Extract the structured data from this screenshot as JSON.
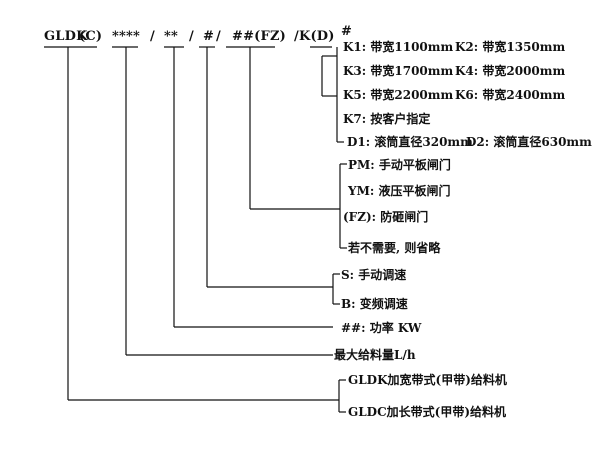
{
  "model_code": {
    "gldk": "GLDK",
    "c_group": "(C)",
    "capacity": "****",
    "slash1": "/",
    "power": "**",
    "slash2": "/",
    "speed": "#",
    "slash3": "/",
    "gate": "##(FZ)",
    "width_group": "/K(D)",
    "drum": "#"
  },
  "width_options": {
    "row1_a": "K1: 带宽1100mm",
    "row1_b": "K2: 带宽1350mm",
    "row2_a": "K3: 带宽1700mm",
    "row2_b": "K4: 带宽2000mm",
    "row3_a": "K5: 带宽2200mm",
    "row3_b": "K6: 带宽2400mm",
    "row4": "K7: 按客户指定",
    "row5_a": "D1: 滚筒直径320mm",
    "row5_b": "D2: 滚筒直径630mm"
  },
  "gate_options": {
    "pm": "PM: 手动平板闸门",
    "ym": "YM: 液压平板闸门",
    "fz": "(FZ): 防砸闸门",
    "none": "若不需要, 则省略"
  },
  "speed_options": {
    "s": "S: 手动调速",
    "b": "B: 变频调速"
  },
  "power_label": "##: 功率 KW",
  "capacity_label": "最大给料量L/h",
  "machine_types": {
    "gldk": "GLDK加宽带式(甲带)给料机",
    "gldc": "GLDC加长带式(甲带)给料机"
  }
}
